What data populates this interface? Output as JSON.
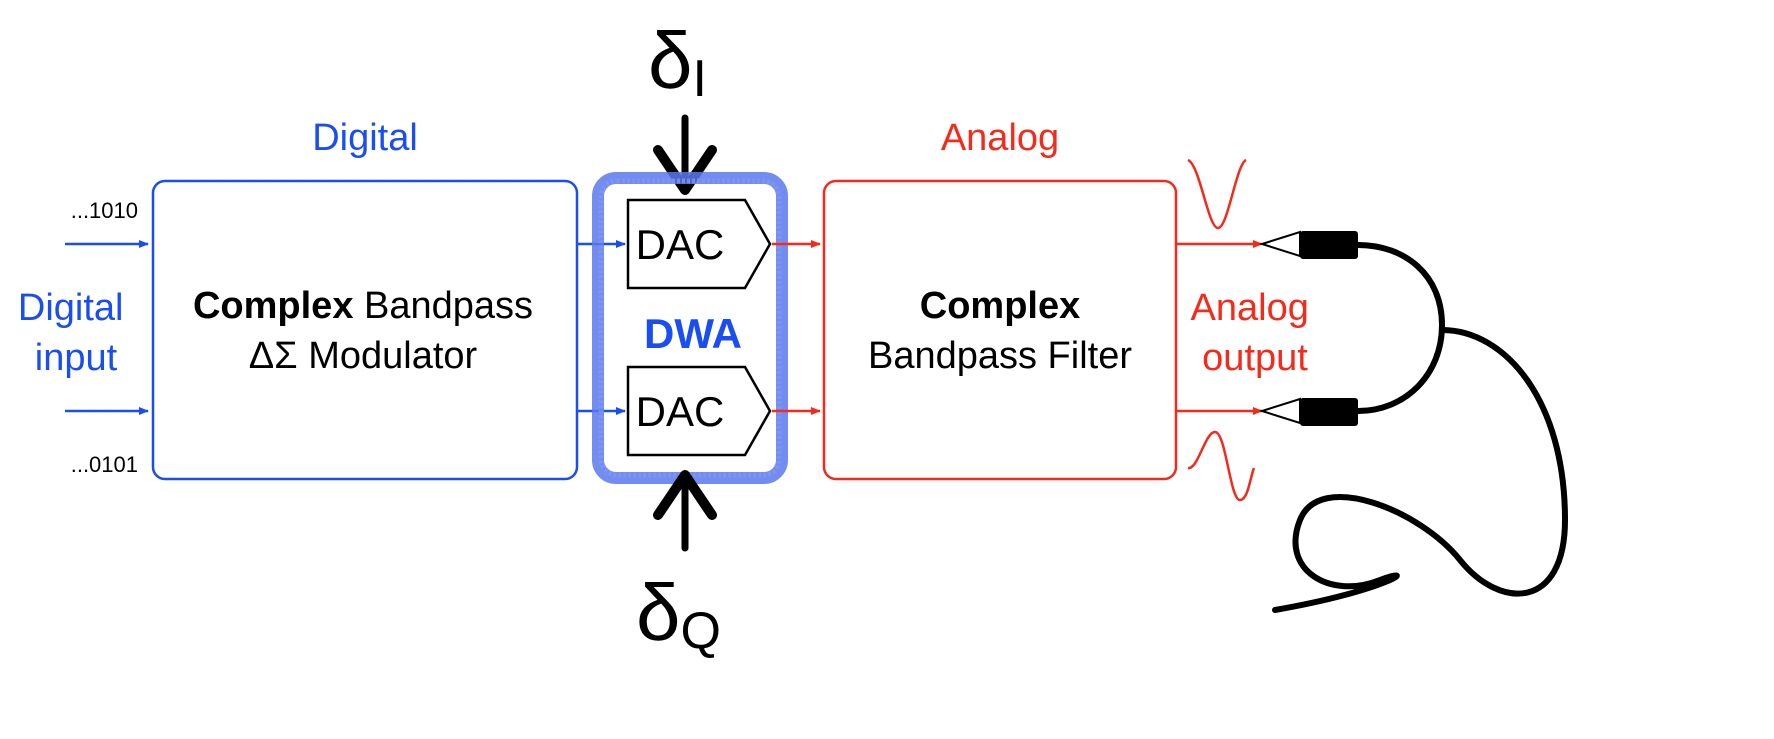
{
  "labels": {
    "delta_i_symbol": "δ",
    "delta_i_sub": "I",
    "delta_q_symbol": "δ",
    "delta_q_sub": "Q",
    "digital_header": "Digital",
    "analog_header": "Analog",
    "bits_top": "...1010",
    "bits_bottom": "...0101",
    "digital_input_line1": "Digital",
    "digital_input_line2": "input",
    "modulator_bold": "Complex",
    "modulator_line1_rest": " Bandpass",
    "modulator_line2": "ΔΣ Modulator",
    "dac_top": "DAC",
    "dac_bottom": "DAC",
    "dwa": "DWA",
    "filter_line1": "Complex",
    "filter_line2": "Bandpass Filter",
    "analog_output_line1": "Analog",
    "analog_output_line2": "output"
  },
  "colors": {
    "digital": "#1a4ef5",
    "analog": "#f52a1a",
    "dwa_highlight": "#5a78ee",
    "ink": "#000000"
  }
}
